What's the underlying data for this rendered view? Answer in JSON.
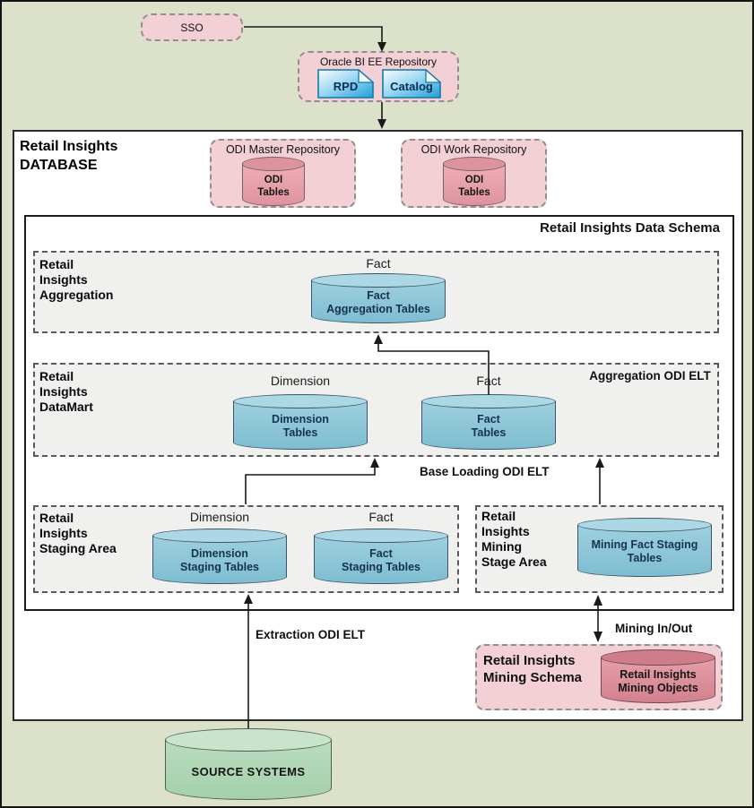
{
  "sso": {
    "label": "SSO"
  },
  "obiee_repository": {
    "title": "Oracle BI EE Repository",
    "rpd_label": "RPD",
    "catalog_label": "Catalog"
  },
  "database": {
    "title": "Retail Insights\nDATABASE",
    "odi_master": {
      "title": "ODI Master Repository",
      "tables": "ODI\nTables"
    },
    "odi_work": {
      "title": "ODI Work Repository",
      "tables": "ODI\nTables"
    },
    "data_schema": {
      "title": "Retail Insights Data Schema",
      "aggregation": {
        "title": "Retail\nInsights\nAggregation",
        "fact_category": "Fact",
        "cylinder": "Fact\nAggregation Tables"
      },
      "datamart": {
        "title": "Retail\nInsights\nDataMart",
        "dimension_category": "Dimension",
        "fact_category": "Fact",
        "dimension_cylinder": "Dimension\nTables",
        "fact_cylinder": "Fact\nTables",
        "aggregation_elt_label": "Aggregation ODI ELT"
      },
      "base_loading_label": "Base Loading ODI ELT",
      "staging": {
        "title": "Retail\nInsights\nStaging Area",
        "dimension_category": "Dimension",
        "fact_category": "Fact",
        "dimension_cylinder": "Dimension\nStaging Tables",
        "fact_cylinder": "Fact\nStaging Tables"
      },
      "mining_stage": {
        "title": "Retail\nInsights\nMining\nStage Area",
        "cylinder": "Mining Fact Staging\nTables"
      }
    }
  },
  "flows": {
    "extraction_label": "Extraction ODI ELT",
    "mining_inout_label": "Mining In/Out"
  },
  "mining_schema": {
    "title": "Retail Insights\nMining Schema",
    "cylinder": "Retail Insights\nMining Objects"
  },
  "source_systems": {
    "label": "SOURCE SYSTEMS"
  },
  "colors": {
    "background": "#dce1ca",
    "pink_node": "#f3d0d5",
    "section_gray": "#f0f0ee",
    "blue_cylinder": "#8ec6d7",
    "pink_cylinder": "#e6a0a9",
    "red_cylinder": "#d88c96",
    "green_cylinder": "#b0d6b5",
    "doc_icon_blue": "#1ea3dc"
  }
}
